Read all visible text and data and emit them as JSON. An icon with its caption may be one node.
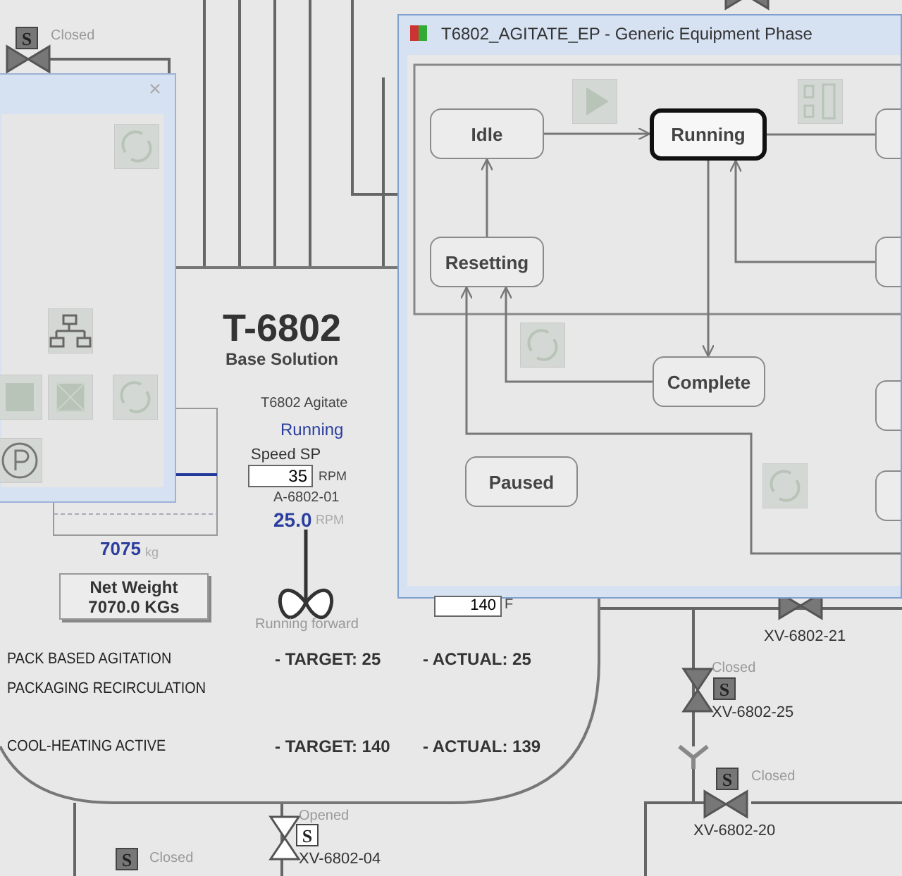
{
  "diagram": {
    "nodes": [
      {
        "text": [
          "T6802_AGITATE_EP - Generic Equipment Phase"
        ]
      },
      {
        "text": [
          "Idle"
        ],
        "in": 0
      },
      {
        "text": [
          "Running"
        ],
        "in": 0
      },
      {
        "text": [],
        "shape": "box",
        "in": 0
      },
      {
        "text": [
          "Resetting"
        ],
        "in": 0
      },
      {
        "text": [],
        "shape": "box",
        "in": 0
      },
      {
        "text": [
          "Complete"
        ],
        "in": 0
      },
      {
        "text": [],
        "shape": "box",
        "in": 0
      },
      {
        "text": [
          "Paused"
        ],
        "in": 0
      },
      {
        "text": [],
        "shape": "box",
        "in": 0
      },
      {
        "text": [
          "T-6802",
          "Base Solution"
        ]
      },
      {
        "text": [
          "Net Weight 7070.0 KGs"
        ]
      }
    ],
    "edges": [
      {
        "from": 1,
        "to": 2,
        "arrow": "to"
      },
      {
        "from": 2,
        "to": 3,
        "arrow": "none"
      },
      {
        "from": 4,
        "to": 1,
        "arrow": "to"
      },
      {
        "from": 5,
        "to": 2,
        "arrow": "to"
      },
      {
        "from": 2,
        "to": 6,
        "arrow": "to"
      },
      {
        "from": 6,
        "to": 4,
        "arrow": "to"
      },
      {
        "from": null,
        "to": 4,
        "arrow": "to"
      }
    ],
    "labels": [
      "S",
      "Closed",
      "T6802 Agitate",
      "Running",
      "Speed SP",
      "35",
      "RPM",
      "A-6802-01",
      "25.0",
      "RPM",
      "7075",
      "kg",
      "140",
      "F",
      "XV-6802-21",
      "Running forward",
      "PACK BASED AGITATION",
      "- TARGET: 25",
      "- ACTUAL: 25",
      "Closed",
      "S",
      "XV-6802-25",
      "PACKAGING RECIRCULATION",
      "COOL-HEATING ACTIVE",
      "- TARGET: 140",
      "- ACTUAL: 139",
      "S",
      "Closed",
      "XV-6802-20",
      "Opened",
      "S",
      "S",
      "Closed",
      "XV-6802-04"
    ]
  }
}
